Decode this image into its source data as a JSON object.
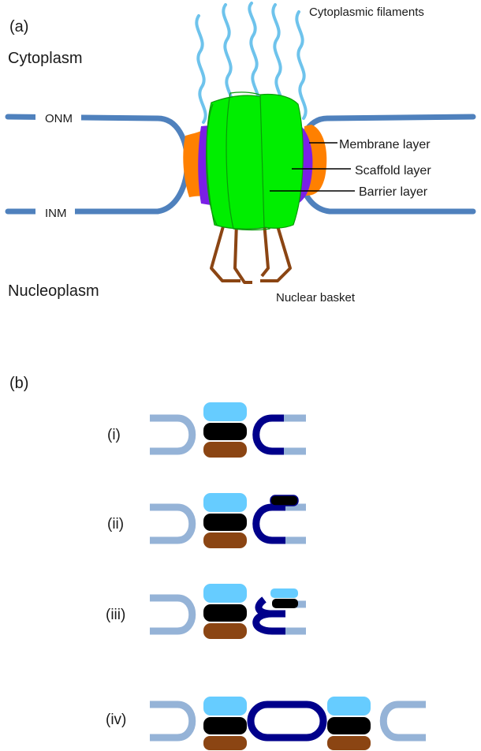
{
  "panel_a": {
    "label": "(a)",
    "cytoplasm": "Cytoplasm",
    "nucleoplasm": "Nucleoplasm",
    "onm": "ONM",
    "inm": "INM",
    "cytoplasmic_filaments": "Cytoplasmic filaments",
    "membrane_layer": "Membrane layer",
    "scaffold_layer": "Scaffold layer",
    "barrier_layer": "Barrier layer",
    "nuclear_basket": "Nuclear basket"
  },
  "panel_b": {
    "label": "(b)",
    "stages": [
      "(i)",
      "(ii)",
      "(iii)",
      "(iv)"
    ]
  },
  "colors": {
    "membrane_blue": "#4f81bd",
    "filament_blue": "#6ec3ec",
    "scaffold_green": "#00ee00",
    "scaffold_purple": "#7a1fe6",
    "membrane_orange": "#ff8000",
    "basket_brown": "#8b4513",
    "light_membrane": "#95b3d7",
    "dark_membrane": "#00008b",
    "cap_blue": "#66ccff",
    "core_black": "#000000"
  }
}
